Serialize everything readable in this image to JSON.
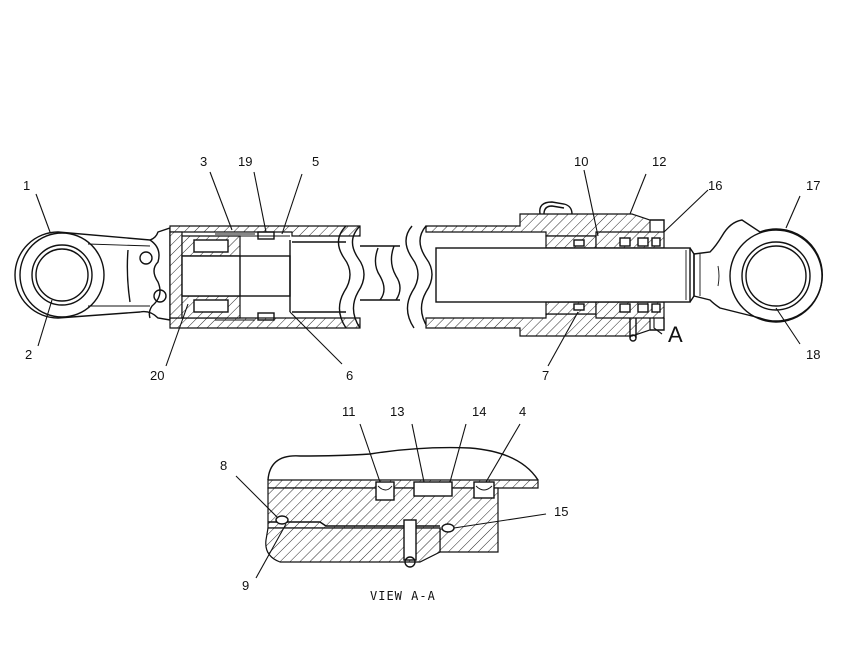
{
  "callouts": {
    "c1": "1",
    "c2": "2",
    "c3": "3",
    "c4": "4",
    "c5": "5",
    "c6": "6",
    "c7": "7",
    "c8": "8",
    "c9": "9",
    "c10": "10",
    "c11": "11",
    "c12": "12",
    "c13": "13",
    "c14": "14",
    "c15": "15",
    "c16": "16",
    "c17": "17",
    "c18": "18",
    "c19": "19",
    "c20": "20"
  },
  "section_marker": "A",
  "view_label": "VIEW A-A"
}
